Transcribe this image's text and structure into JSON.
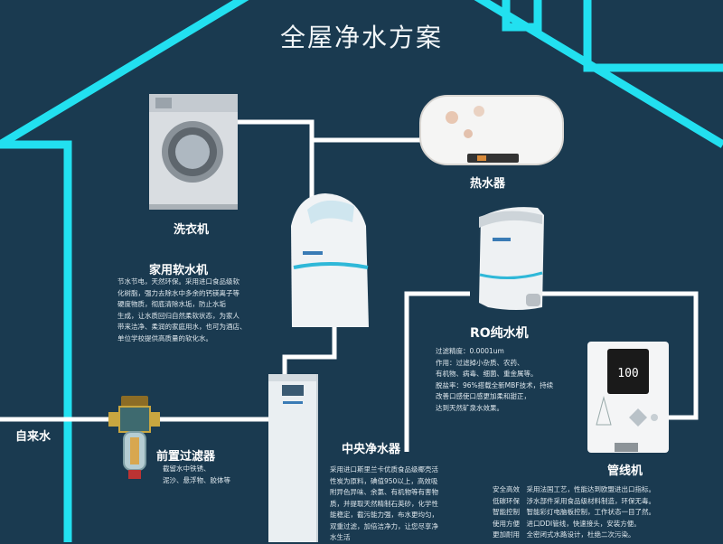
{
  "title": "全屋净水方案",
  "colors": {
    "background": "#1a3a50",
    "house_outline": "#22e0f0",
    "pipe": "#ffffff",
    "accent": "#2fb8d8"
  },
  "labels": {
    "washer": "洗衣机",
    "heater": "热水器",
    "softener": "家用软水机",
    "ro": "RO纯水机",
    "inlet": "自来水",
    "prefilter": "前置过滤器",
    "central": "中央净水器",
    "pipeline": "管线机"
  },
  "descriptions": {
    "softener": [
      "节水节电，天然环保。采用进口食品级软",
      "化树脂，强力去除水中多余的钙镁离子等",
      "硬度物质，彻底清除水垢，防止水垢",
      "生成，让水质回归自然柔软状态，为家人",
      "带来洁净、柔润的家庭用水，也可为酒店、",
      "单位学校提供高质量的软化水。"
    ],
    "ro": [
      "过滤精度：0.0001um",
      "作用：过滤掉小杂质、农药、",
      "有机物、病毒、细菌、重金属等。",
      "脱盐率：96%搭载全新MBF技术，持续",
      "改善口感使口感更加柔和甜正，",
      "达到天然矿泉水效果。"
    ],
    "prefilter": [
      "截留水中铁锈、",
      "泥沙、悬浮物、胶体等"
    ],
    "central": [
      "采用进口斯里兰卡优质食品级椰壳活",
      "性炭为原料，碘值950以上，高效吸",
      "附异色异味、余氯、有机物等有害物",
      "质，并提取天然精制石英砂，化学性",
      "能稳定，截污能力强，布水更均匀，",
      "双重过滤，加倍洁净力，让您尽享净",
      "水生活"
    ],
    "pipeline": [
      "安全高效　采用法国工艺，性能达到欧盟进出口指标。",
      "低碳环保　涉水部件采用食品级材料制造，环保无毒。",
      "智能控制　智能彩灯电脑板控制，工作状态一目了然。",
      "使用方便　进口DDI管线，快速接头，安装方便。",
      "更加耐用　全密闭式水路设计，杜绝二次污染。"
    ]
  },
  "device_display": "100"
}
